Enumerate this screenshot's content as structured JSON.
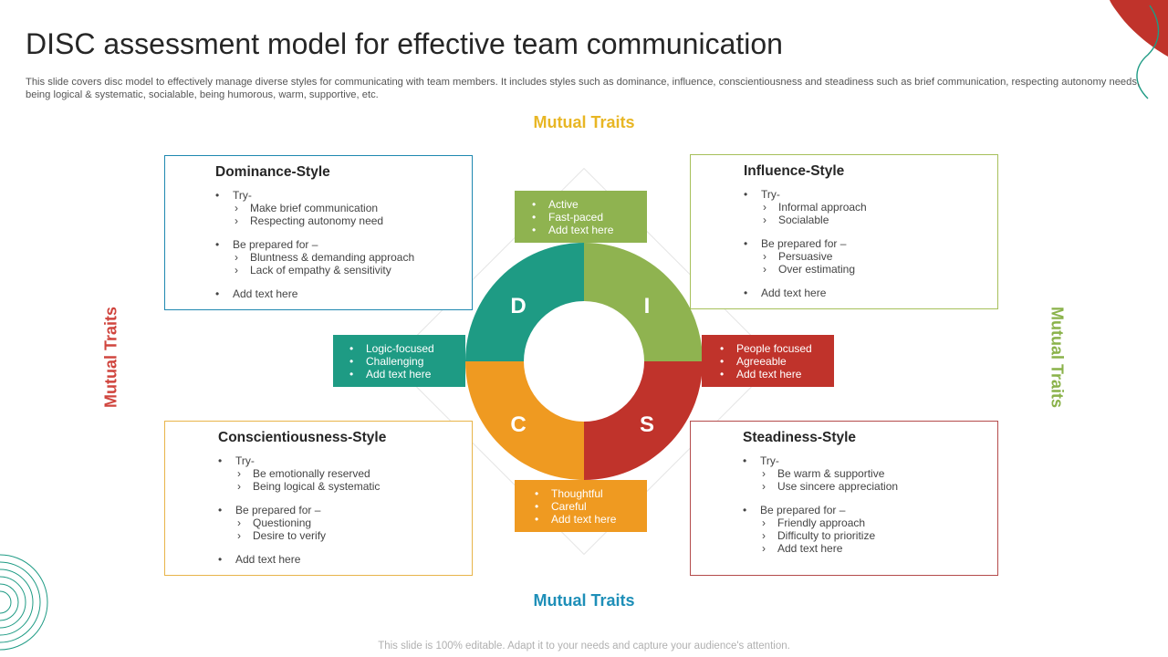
{
  "header": {
    "title": "DISC assessment model for effective team communication",
    "subtitle": "This slide covers disc model to effectively manage diverse styles for communicating with team members. It includes styles such as dominance, influence, conscientiousness and steadiness such as brief communication, respecting autonomy needs, being logical & systematic, socialable, being humorous, warm, supportive, etc."
  },
  "mutual_traits": {
    "top": "Mutual Traits",
    "bottom": "Mutual Traits",
    "left": "Mutual Traits",
    "right": "Mutual Traits"
  },
  "styles": {
    "dominance": {
      "title": "Dominance-Style",
      "try_label": "Try-",
      "try_items": [
        "Make brief communication",
        "Respecting autonomy need"
      ],
      "prepared_label": "Be prepared for –",
      "prepared_items": [
        "Bluntness & demanding approach",
        "Lack of empathy & sensitivity"
      ],
      "extra": "Add text here"
    },
    "influence": {
      "title": "Influence-Style",
      "try_label": "Try-",
      "try_items": [
        "Informal approach",
        "Socialable"
      ],
      "prepared_label": "Be prepared for –",
      "prepared_items": [
        "Persuasive",
        "Over estimating"
      ],
      "extra": "Add text here"
    },
    "conscientiousness": {
      "title": "Conscientiousness-Style",
      "try_label": "Try-",
      "try_items": [
        "Be emotionally reserved",
        "Being logical & systematic"
      ],
      "prepared_label": "Be prepared for –",
      "prepared_items": [
        "Questioning",
        "Desire to verify"
      ],
      "extra": "Add text here"
    },
    "steadiness": {
      "title": "Steadiness-Style",
      "try_label": "Try-",
      "try_items": [
        "Be warm & supportive",
        "Use sincere appreciation"
      ],
      "prepared_label": "Be prepared for –",
      "prepared_items": [
        "Friendly approach",
        "Difficulty to prioritize",
        "Add text here"
      ]
    }
  },
  "wheel": {
    "letters": {
      "d": "D",
      "i": "I",
      "s": "S",
      "c": "C"
    },
    "colors": {
      "d": "#1e9b84",
      "i": "#8fb350",
      "s": "#c0332b",
      "c": "#ef9a21"
    }
  },
  "tags": {
    "d": [
      "Logic-focused",
      "Challenging",
      "Add text here"
    ],
    "i": [
      "Active",
      "Fast-paced",
      "Add text here"
    ],
    "s": [
      "People focused",
      "Agreeable",
      "Add text here"
    ],
    "c": [
      "Thoughtful",
      "Careful",
      "Add text here"
    ]
  },
  "colors": {
    "mutual_top": "#e8b624",
    "mutual_left": "#d0453e",
    "mutual_right": "#8ab24a",
    "mutual_bottom": "#1e8fb8"
  },
  "footer": "This slide is 100% editable. Adapt it to your needs and capture your audience's attention."
}
